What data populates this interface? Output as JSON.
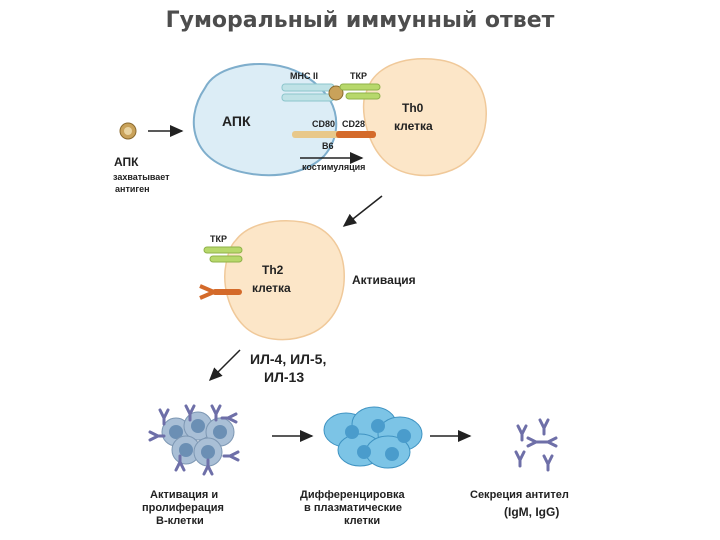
{
  "title": "Гуморальный иммунный ответ",
  "colors": {
    "apc_fill": "#dcedf6",
    "apc_stroke": "#7faecc",
    "th_fill": "#fce6c8",
    "mhc": "#bfe2e6",
    "tcr": "#b7d86b",
    "cd80": "#e8c88a",
    "cd28": "#d46a2a",
    "antigen": "#c9a25a",
    "bcell": "#a9bfd6",
    "bcell_nucleus": "#6b8fb4",
    "antibody": "#6e6fa8",
    "plasma": "#7cc4e6",
    "arrow": "#222222"
  },
  "labels": {
    "apc": "АПК",
    "mhc2": "MHC II",
    "tcr_top": "ТКР",
    "th0_line1": "Th0",
    "th0_line2": "клетка",
    "cd80": "CD80",
    "cd28": "CD28",
    "b86": "B6",
    "costim": "костимуляция",
    "apc_caption_1": "АПК",
    "apc_caption_2": "захватывает",
    "apc_caption_3": "антиген",
    "tcr_mid": "ТКР",
    "th2_line1": "Th2",
    "th2_line2": "клетка",
    "activation": "Активация",
    "il_line1": "ИЛ-4, ИЛ-5,",
    "il_line2": "ИЛ-13",
    "b_caption_1": "Активация и",
    "b_caption_2": "пролиферация",
    "b_caption_3": "В-клетки",
    "diff_caption_1": "Дифференцировка",
    "diff_caption_2": "в плазматические",
    "diff_caption_3": "клетки",
    "secretion_1": "Секреция  антител",
    "secretion_2": "(IgM, IgG)"
  }
}
